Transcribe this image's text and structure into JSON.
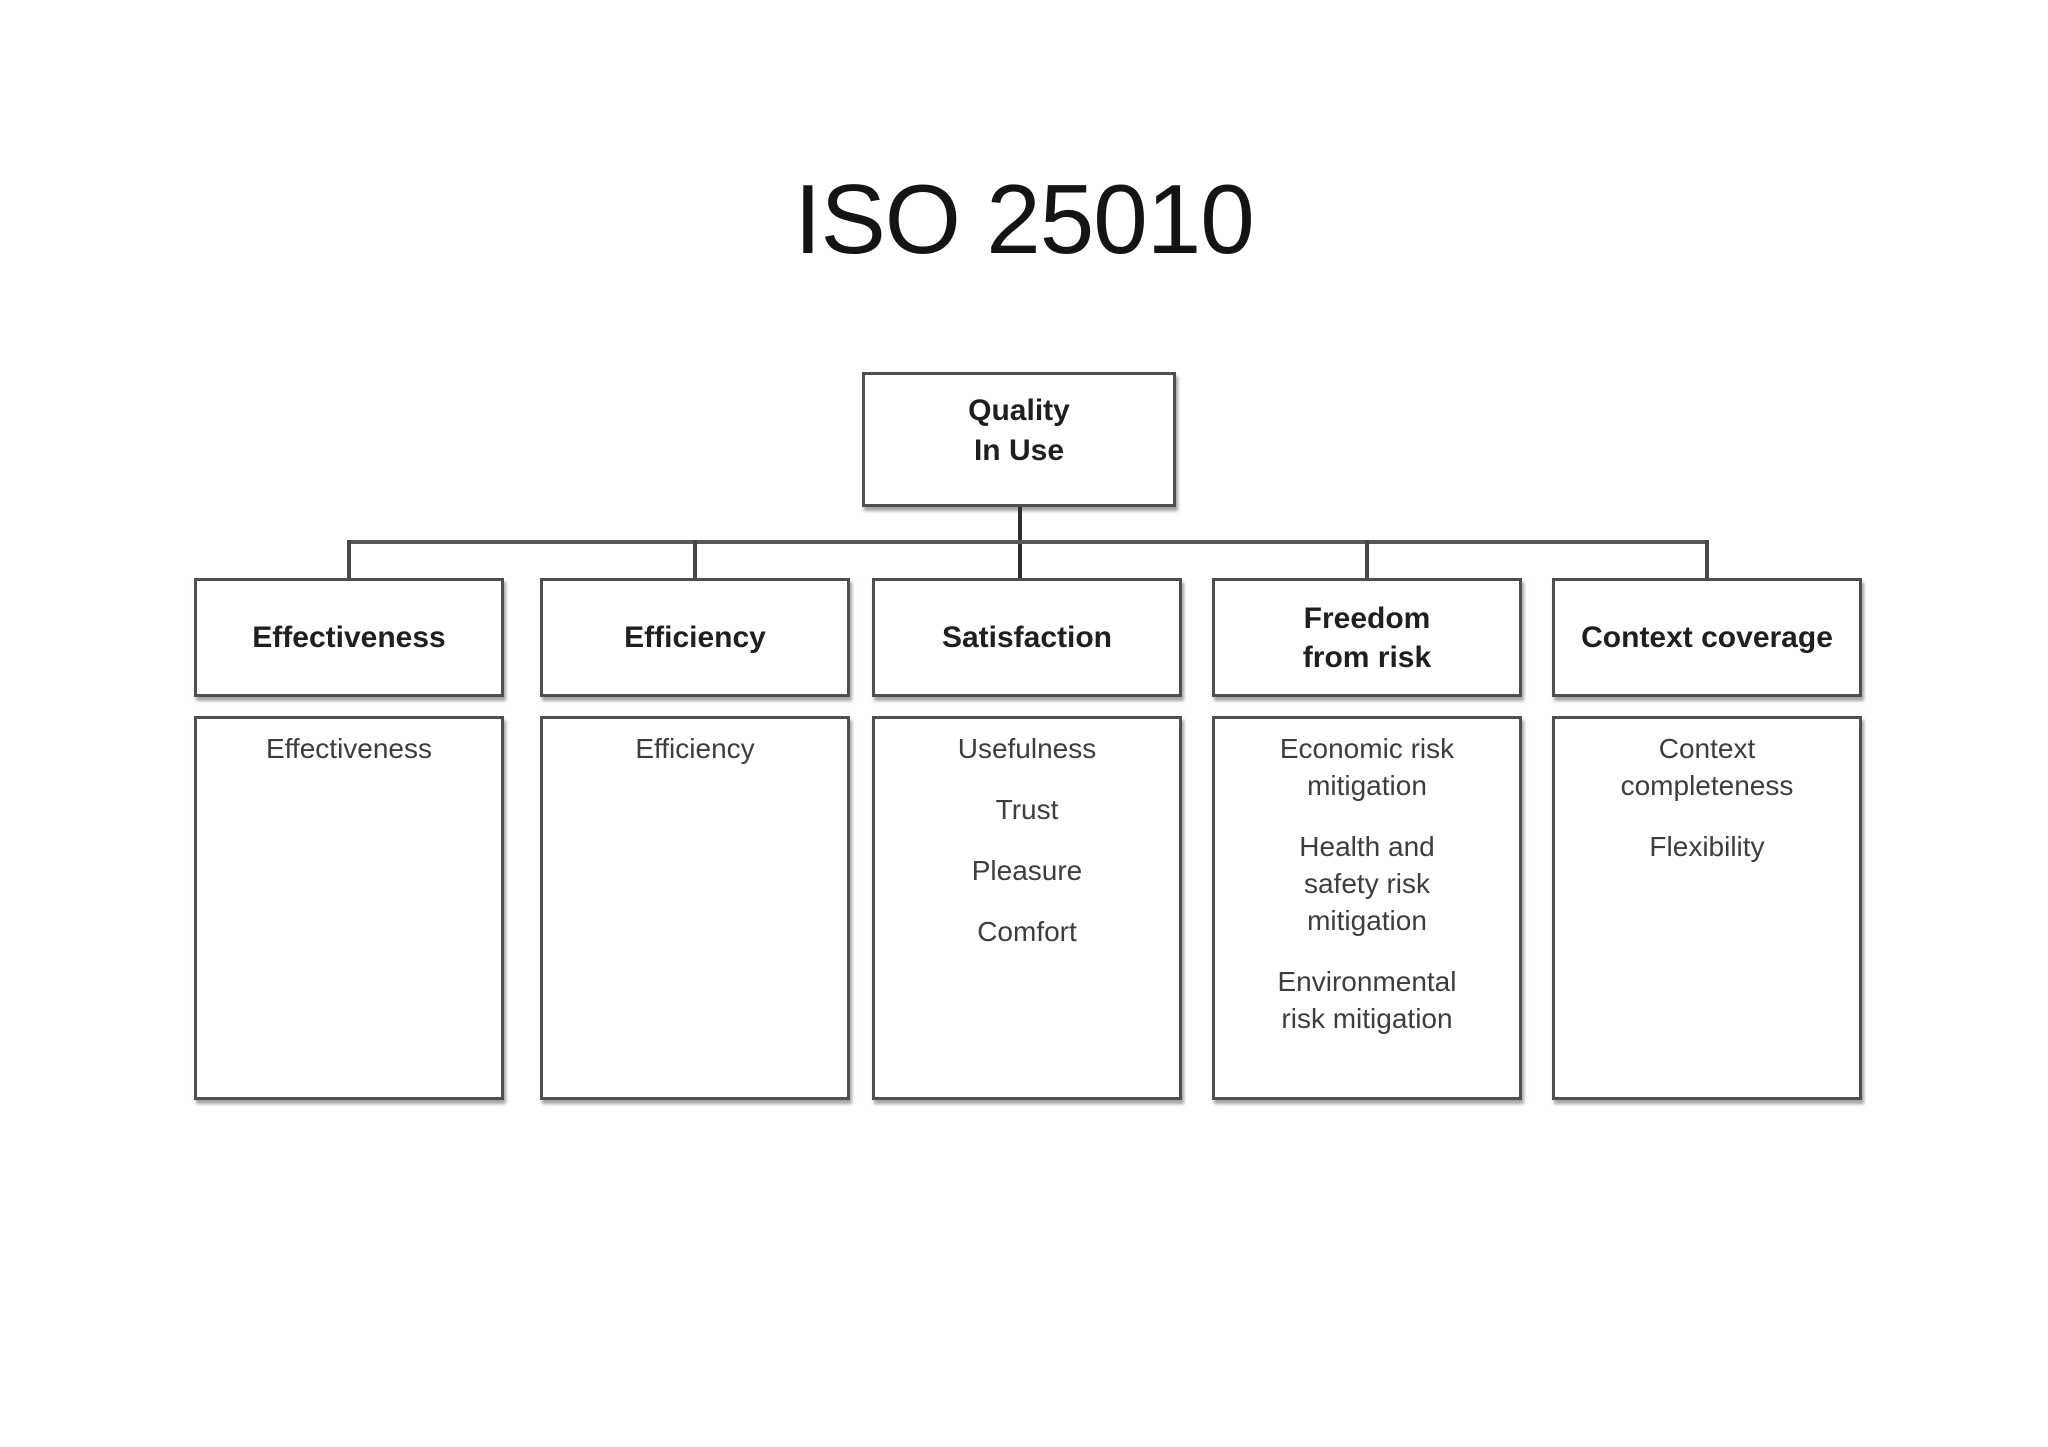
{
  "title": "ISO 25010",
  "root": {
    "label": "Quality\nIn Use"
  },
  "colors": {
    "background": "#ffffff",
    "box_border": "#4f4f4f",
    "connector": "#3a3a3a",
    "header_text": "#1f1f1f",
    "item_text": "#3d3d3d"
  },
  "columns": [
    {
      "header": "Effectiveness",
      "items": [
        "Effectiveness"
      ]
    },
    {
      "header": "Efficiency",
      "items": [
        "Efficiency"
      ]
    },
    {
      "header": "Satisfaction",
      "items": [
        "Usefulness",
        "Trust",
        "Pleasure",
        "Comfort"
      ]
    },
    {
      "header": "Freedom\nfrom risk",
      "items": [
        "Economic risk\nmitigation",
        "Health and\nsafety risk\nmitigation",
        "Environmental\nrisk mitigation"
      ]
    },
    {
      "header": "Context coverage",
      "items": [
        "Context\ncompleteness",
        "Flexibility"
      ]
    }
  ]
}
